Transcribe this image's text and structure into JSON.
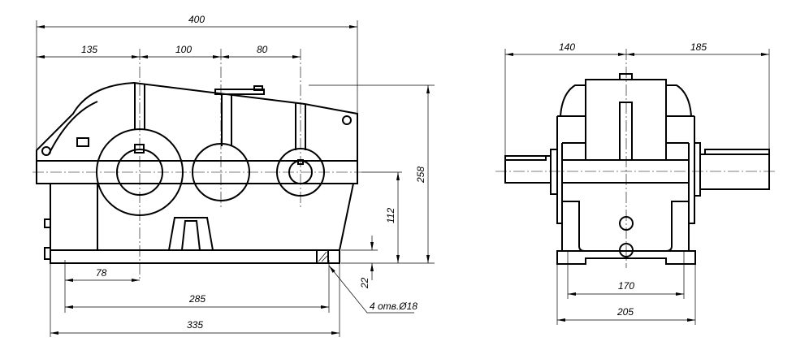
{
  "title": "Gear reducer overall and mounting dimensions",
  "front_view": {
    "dims": {
      "overall_length": "400",
      "shaft_spacing_1": "135",
      "shaft_spacing_2": "100",
      "shaft_spacing_3": "80",
      "overall_height": "258",
      "axis_height": "112",
      "base_thickness": "22",
      "foot_offset": "78",
      "bolt_spacing_length": "285",
      "base_length": "335"
    },
    "callout": "4 отв.Ø18"
  },
  "side_view": {
    "dims": {
      "left_shaft_extent": "140",
      "right_shaft_extent": "185",
      "bolt_spacing_width": "170",
      "base_width": "205"
    }
  }
}
